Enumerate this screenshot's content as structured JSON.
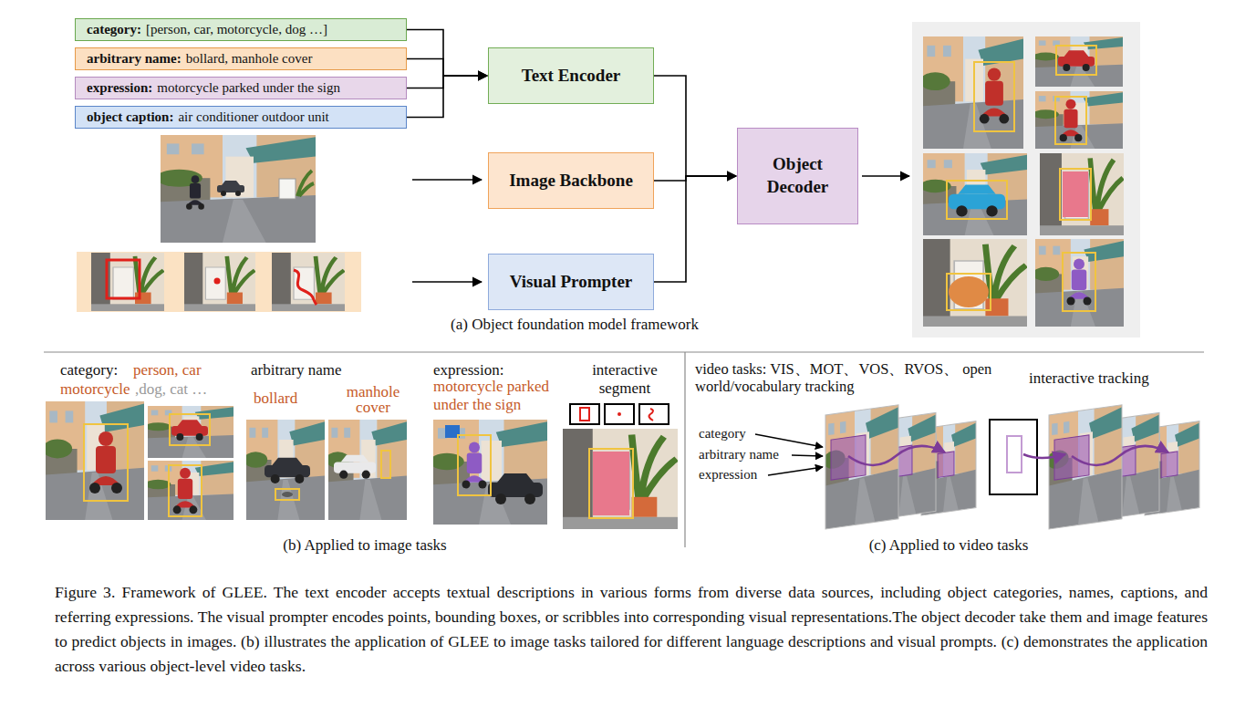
{
  "diagram": {
    "caption": "Figure 3. Framework of GLEE. The text encoder accepts textual descriptions in various forms from diverse data sources, including object categories, names, captions, and referring expressions. The visual prompter encodes points, bounding boxes, or scribbles into corresponding visual representations.The object decoder take them and image features to predict objects in images. (b) illustrates the application of GLEE to image tasks tailored for different language descriptions and visual prompts. (c) demonstrates the application across various object-level video tasks.",
    "nodes": [
      {
        "text": [
          "category:",
          "[person, car, motorcycle, dog …]"
        ]
      },
      {
        "text": [
          "arbitrary name:",
          "bollard, manhole cover"
        ]
      },
      {
        "text": [
          "expression:",
          "motorcycle parked under the sign"
        ]
      },
      {
        "text": [
          "object caption:",
          "air conditioner outdoor unit"
        ]
      },
      {
        "text": [
          "Text Encoder"
        ]
      },
      {
        "text": [
          "Image Backbone"
        ]
      },
      {
        "text": [
          "Visual Prompter"
        ]
      },
      {
        "text": [
          "Object Decoder"
        ]
      }
    ],
    "edges": [
      {
        "from": 0,
        "to": 4,
        "arrow": "to"
      },
      {
        "from": 1,
        "to": 4,
        "arrow": "to"
      },
      {
        "from": 2,
        "to": 4,
        "arrow": "to"
      },
      {
        "from": 3,
        "to": 4,
        "arrow": "to"
      },
      {
        "from": 4,
        "to": 7,
        "arrow": "to"
      },
      {
        "from": 5,
        "to": 7,
        "arrow": "to"
      },
      {
        "from": 6,
        "to": 7,
        "arrow": "to"
      }
    ],
    "labels": [
      "(a) Object foundation model framework",
      "category:",
      "person, car",
      "motorcycle",
      ",dog, cat …",
      "arbitrary name",
      "bollard",
      "manhole cover",
      "expression:",
      "motorcycle parked under the sign",
      "interactive segment",
      "(b) Applied to image tasks",
      "video tasks: VIS、MOT、VOS、RVOS、 open world/vocabulary tracking",
      "interactive tracking",
      "category",
      "arbitrary name",
      "expression",
      "(c) Applied to video tasks"
    ]
  }
}
